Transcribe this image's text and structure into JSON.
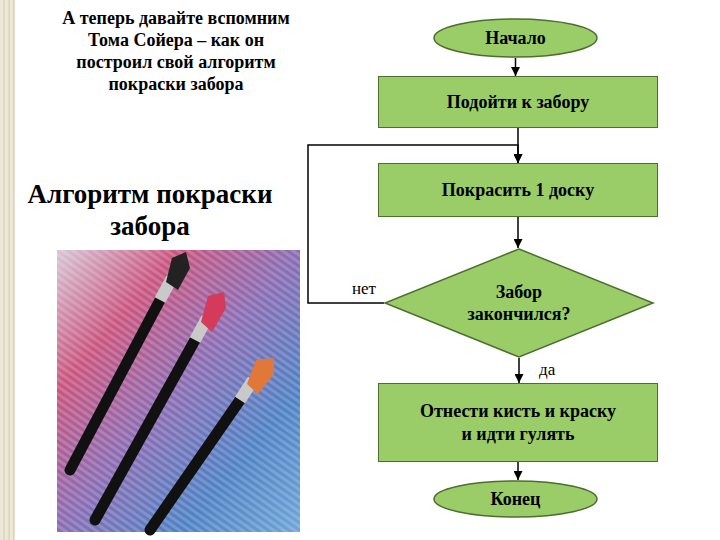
{
  "diagram": {
    "title": "Алгоритм покраски забора",
    "nodes": [
      {
        "text": [
          "Начало"
        ]
      },
      {
        "text": [
          "Подойти к забору"
        ]
      },
      {
        "text": [
          "Покрасить 1 доску"
        ]
      },
      {
        "text": [
          "Забор закончился?"
        ]
      },
      {
        "text": [
          "Отнести кисть и краску и идти гулять"
        ]
      },
      {
        "text": [
          "Конец"
        ]
      }
    ],
    "edges": [
      {
        "from": 0,
        "to": 1,
        "arrow": "to"
      },
      {
        "from": 1,
        "to": 2,
        "arrow": "to"
      },
      {
        "from": 2,
        "to": 3,
        "arrow": "to"
      },
      {
        "from": 3,
        "to": 2,
        "label": "нет",
        "arrow": "to"
      },
      {
        "from": 3,
        "to": 4,
        "label": "да",
        "arrow": "to"
      },
      {
        "from": 4,
        "to": 5,
        "arrow": "to"
      }
    ],
    "labels": [
      "А теперь давайте вспомним Тома Сойера – как он построил свой алгоритм покраски забора"
    ]
  }
}
